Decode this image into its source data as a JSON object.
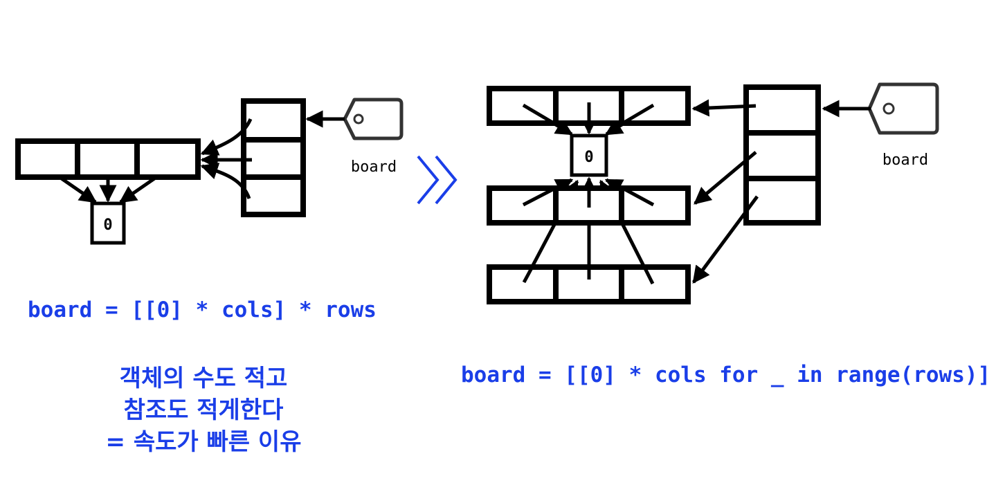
{
  "colors": {
    "accent": "#1a3ee8",
    "stroke": "#000000",
    "tag_stroke": "#333333"
  },
  "left_diagram": {
    "pointer_label": "board",
    "value": "0",
    "code": "board = [[0] * cols] * rows",
    "note_lines": [
      "객체의 수도 적고",
      "참조도 적게한다",
      "= 속도가 빠른 이유"
    ]
  },
  "transition": {
    "icon": "double-chevron-right-icon"
  },
  "right_diagram": {
    "pointer_label": "board",
    "value": "0",
    "code": "board = [[0] * cols for _ in range(rows)]"
  }
}
